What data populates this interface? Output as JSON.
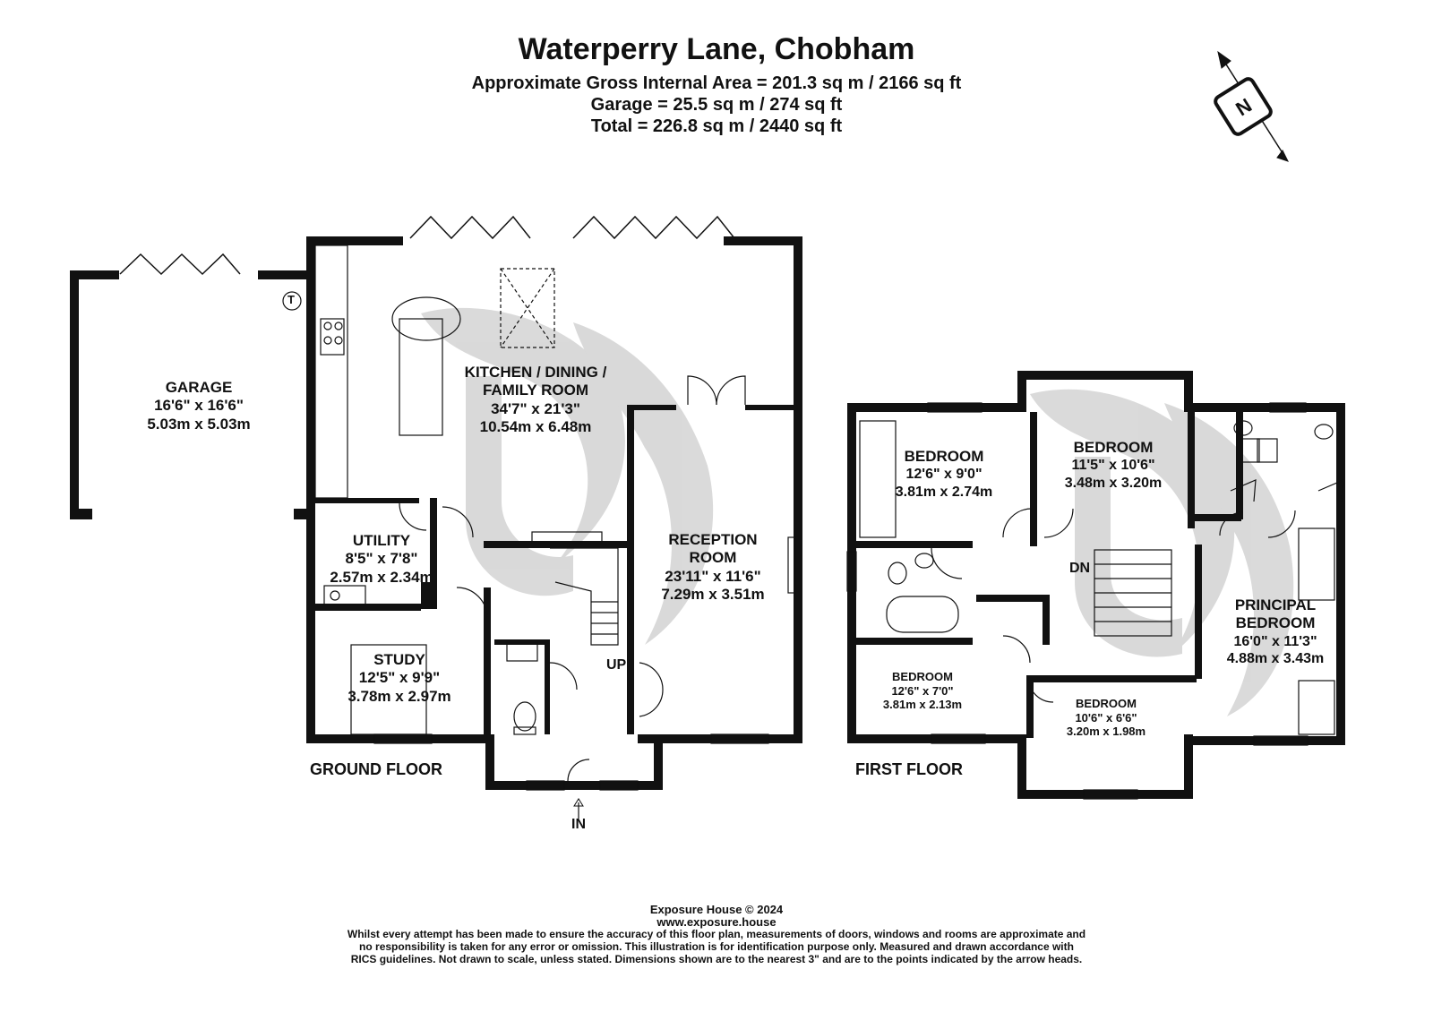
{
  "header": {
    "title": "Waterperry Lane, Chobham",
    "gross_area": "Approximate Gross Internal Area = 201.3 sq m / 2166 sq ft",
    "garage_area": "Garage = 25.5 sq m / 274 sq ft",
    "total_area": "Total = 226.8 sq m / 2440 sq ft"
  },
  "compass": {
    "label": "N"
  },
  "ground_floor": {
    "label": "GROUND FLOOR",
    "rooms": [
      {
        "name": "GARAGE",
        "imperial": "16'6\" x 16'6\"",
        "metric": "5.03m x 5.03m"
      },
      {
        "name": "KITCHEN / DINING / FAMILY ROOM",
        "name_line1": "KITCHEN / DINING /",
        "name_line2": "FAMILY ROOM",
        "imperial": "34'7\" x 21'3\"",
        "metric": "10.54m x 6.48m"
      },
      {
        "name": "RECEPTION ROOM",
        "name_line1": "RECEPTION",
        "name_line2": "ROOM",
        "imperial": "23'11\" x 11'6\"",
        "metric": "7.29m x 3.51m"
      },
      {
        "name": "UTILITY",
        "imperial": "8'5\" x 7'8\"",
        "metric": "2.57m x 2.34m"
      },
      {
        "name": "STUDY",
        "imperial": "12'5\" x 9'9\"",
        "metric": "3.78m x 2.97m"
      }
    ],
    "stairs_label": "UP",
    "entrance_label": "IN",
    "thermostat_label": "T"
  },
  "first_floor": {
    "label": "FIRST FLOOR",
    "rooms": [
      {
        "name": "BEDROOM",
        "imperial": "12'6\" x 9'0\"",
        "metric": "3.81m x 2.74m"
      },
      {
        "name": "BEDROOM",
        "imperial": "11'5\" x 10'6\"",
        "metric": "3.48m x 3.20m"
      },
      {
        "name": "PRINCIPAL BEDROOM",
        "name_line1": "PRINCIPAL",
        "name_line2": "BEDROOM",
        "imperial": "16'0\" x 11'3\"",
        "metric": "4.88m x 3.43m"
      },
      {
        "name": "BEDROOM",
        "imperial": "12'6\" x 7'0\"",
        "metric": "3.81m x 2.13m"
      },
      {
        "name": "BEDROOM",
        "imperial": "10'6\" x 6'6\"",
        "metric": "3.20m x 1.98m"
      }
    ],
    "stairs_label": "DN"
  },
  "footer": {
    "copyright": "Exposure House © 2024",
    "website": "www.exposure.house",
    "disclaimer_1": "Whilst every attempt has been made to ensure the accuracy of this floor plan, measurements of doors, windows and rooms are approximate and",
    "disclaimer_2": "no responsibility is taken for any error or omission. This illustration is for identification purpose only. Measured and drawn accordance with",
    "disclaimer_3": "RICS guidelines. Not drawn to scale, unless stated. Dimensions shown are to the nearest 3\" and are to the points indicated by the arrow heads."
  },
  "colors": {
    "wall": "#111111",
    "watermark": "#cfcfcf",
    "background": "#ffffff"
  }
}
